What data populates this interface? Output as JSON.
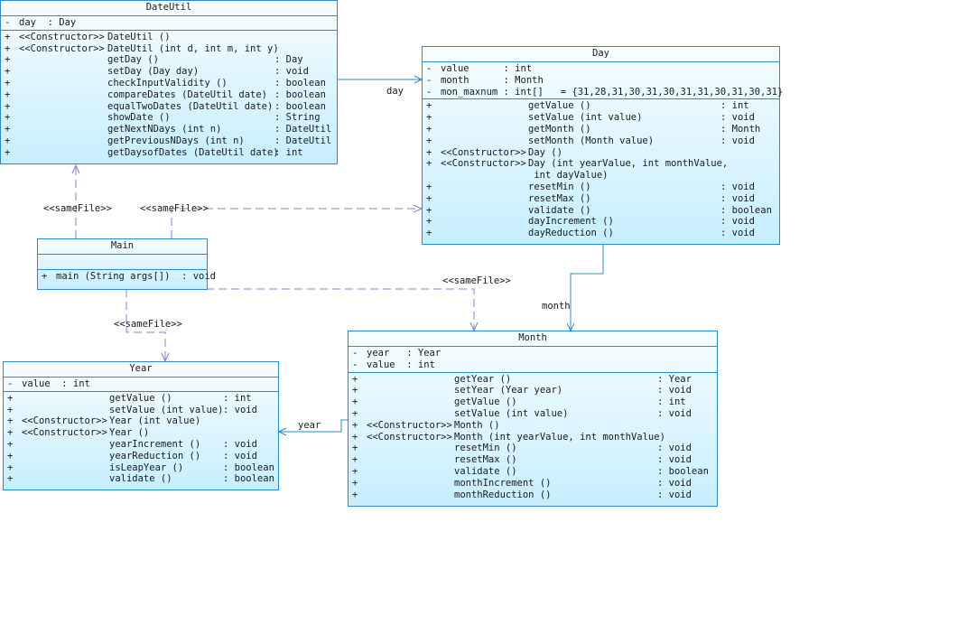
{
  "connectors": {
    "day_label": "day",
    "month_label": "month",
    "year_label": "year",
    "samefile_label": "<<sameFile>>"
  },
  "classes": {
    "dateutil": {
      "name": "DateUtil",
      "attrs": [
        {
          "vis": "-",
          "name": "day  : Day"
        }
      ],
      "ops": [
        {
          "vis": "+",
          "stereo": "<<Constructor>>",
          "name": "DateUtil ()",
          "type": ""
        },
        {
          "vis": "+",
          "stereo": "<<Constructor>>",
          "name": "DateUtil (int d, int m, int y)",
          "type": ""
        },
        {
          "vis": "+",
          "stereo": "",
          "name": "getDay ()",
          "type": ": Day"
        },
        {
          "vis": "+",
          "stereo": "",
          "name": "setDay (Day day)",
          "type": ": void"
        },
        {
          "vis": "+",
          "stereo": "",
          "name": "checkInputValidity ()",
          "type": ": boolean"
        },
        {
          "vis": "+",
          "stereo": "",
          "name": "compareDates (DateUtil date)",
          "type": ": boolean"
        },
        {
          "vis": "+",
          "stereo": "",
          "name": "equalTwoDates (DateUtil date)",
          "type": ": boolean"
        },
        {
          "vis": "+",
          "stereo": "",
          "name": "showDate ()",
          "type": ": String"
        },
        {
          "vis": "+",
          "stereo": "",
          "name": "getNextNDays (int n)",
          "type": ": DateUtil"
        },
        {
          "vis": "+",
          "stereo": "",
          "name": "getPreviousNDays (int n)",
          "type": ": DateUtil"
        },
        {
          "vis": "+",
          "stereo": "",
          "name": "getDaysofDates (DateUtil date)",
          "type": ": int"
        }
      ]
    },
    "day": {
      "name": "Day",
      "attrs": [
        {
          "vis": "-",
          "name": "value      : int"
        },
        {
          "vis": "-",
          "name": "month      : Month"
        },
        {
          "vis": "-",
          "name": "mon_maxnum : int[]   = {31,28,31,30,31,30,31,31,30,31,30,31}"
        }
      ],
      "ops": [
        {
          "vis": "+",
          "stereo": "",
          "name": "getValue ()",
          "type": ": int"
        },
        {
          "vis": "+",
          "stereo": "",
          "name": "setValue (int value)",
          "type": ": void"
        },
        {
          "vis": "+",
          "stereo": "",
          "name": "getMonth ()",
          "type": ": Month"
        },
        {
          "vis": "+",
          "stereo": "",
          "name": "setMonth (Month value)",
          "type": ": void"
        },
        {
          "vis": "+",
          "stereo": "<<Constructor>>",
          "name": "Day ()",
          "type": ""
        },
        {
          "vis": "+",
          "stereo": "<<Constructor>>",
          "name": "Day (int yearValue, int monthValue,",
          "type": ""
        },
        {
          "vis": "",
          "stereo": "",
          "name": " int dayValue)",
          "type": ""
        },
        {
          "vis": "+",
          "stereo": "",
          "name": "resetMin ()",
          "type": ": void"
        },
        {
          "vis": "+",
          "stereo": "",
          "name": "resetMax ()",
          "type": ": void"
        },
        {
          "vis": "+",
          "stereo": "",
          "name": "validate ()",
          "type": ": boolean"
        },
        {
          "vis": "+",
          "stereo": "",
          "name": "dayIncrement ()",
          "type": ": void"
        },
        {
          "vis": "+",
          "stereo": "",
          "name": "dayReduction ()",
          "type": ": void"
        }
      ]
    },
    "main": {
      "name": "Main",
      "attrs": [],
      "ops": [
        {
          "vis": "+",
          "stereo": "",
          "name": "main (String args[])  : void",
          "type": ""
        }
      ]
    },
    "year": {
      "name": "Year",
      "attrs": [
        {
          "vis": "-",
          "name": "value  : int"
        }
      ],
      "ops": [
        {
          "vis": "+",
          "stereo": "",
          "name": "getValue ()",
          "type": ": int"
        },
        {
          "vis": "+",
          "stereo": "",
          "name": "setValue (int value)",
          "type": ": void"
        },
        {
          "vis": "+",
          "stereo": "<<Constructor>>",
          "name": "Year (int value)",
          "type": ""
        },
        {
          "vis": "+",
          "stereo": "<<Constructor>>",
          "name": "Year ()",
          "type": ""
        },
        {
          "vis": "+",
          "stereo": "",
          "name": "yearIncrement ()",
          "type": ": void"
        },
        {
          "vis": "+",
          "stereo": "",
          "name": "yearReduction ()",
          "type": ": void"
        },
        {
          "vis": "+",
          "stereo": "",
          "name": "isLeapYear ()",
          "type": ": boolean"
        },
        {
          "vis": "+",
          "stereo": "",
          "name": "validate ()",
          "type": ": boolean"
        }
      ]
    },
    "month": {
      "name": "Month",
      "attrs": [
        {
          "vis": "-",
          "name": "year   : Year"
        },
        {
          "vis": "-",
          "name": "value  : int"
        }
      ],
      "ops": [
        {
          "vis": "+",
          "stereo": "",
          "name": "getYear ()",
          "type": ": Year"
        },
        {
          "vis": "+",
          "stereo": "",
          "name": "setYear (Year year)",
          "type": ": void"
        },
        {
          "vis": "+",
          "stereo": "",
          "name": "getValue ()",
          "type": ": int"
        },
        {
          "vis": "+",
          "stereo": "",
          "name": "setValue (int value)",
          "type": ": void"
        },
        {
          "vis": "+",
          "stereo": "<<Constructor>>",
          "name": "Month ()",
          "type": ""
        },
        {
          "vis": "+",
          "stereo": "<<Constructor>>",
          "name": "Month (int yearValue, int monthValue)",
          "type": ""
        },
        {
          "vis": "+",
          "stereo": "",
          "name": "resetMin ()",
          "type": ": void"
        },
        {
          "vis": "+",
          "stereo": "",
          "name": "resetMax ()",
          "type": ": void"
        },
        {
          "vis": "+",
          "stereo": "",
          "name": "validate ()",
          "type": ": boolean"
        },
        {
          "vis": "+",
          "stereo": "",
          "name": "monthIncrement ()",
          "type": ": void"
        },
        {
          "vis": "+",
          "stereo": "",
          "name": "monthReduction ()",
          "type": ": void"
        }
      ]
    }
  }
}
